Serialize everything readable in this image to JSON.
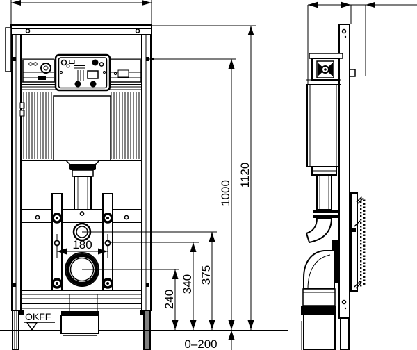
{
  "drawing": {
    "colors": {
      "line": "#000000",
      "background": "#ffffff"
    },
    "dimensions": {
      "bolt_spacing": "180",
      "drain_height": "240",
      "fixing_height": "340",
      "flushpipe_height": "375",
      "opening_height": "1000",
      "frame_height": "1120",
      "foot_adjust_range": "0–200",
      "floor_datum": "OKFF"
    }
  }
}
